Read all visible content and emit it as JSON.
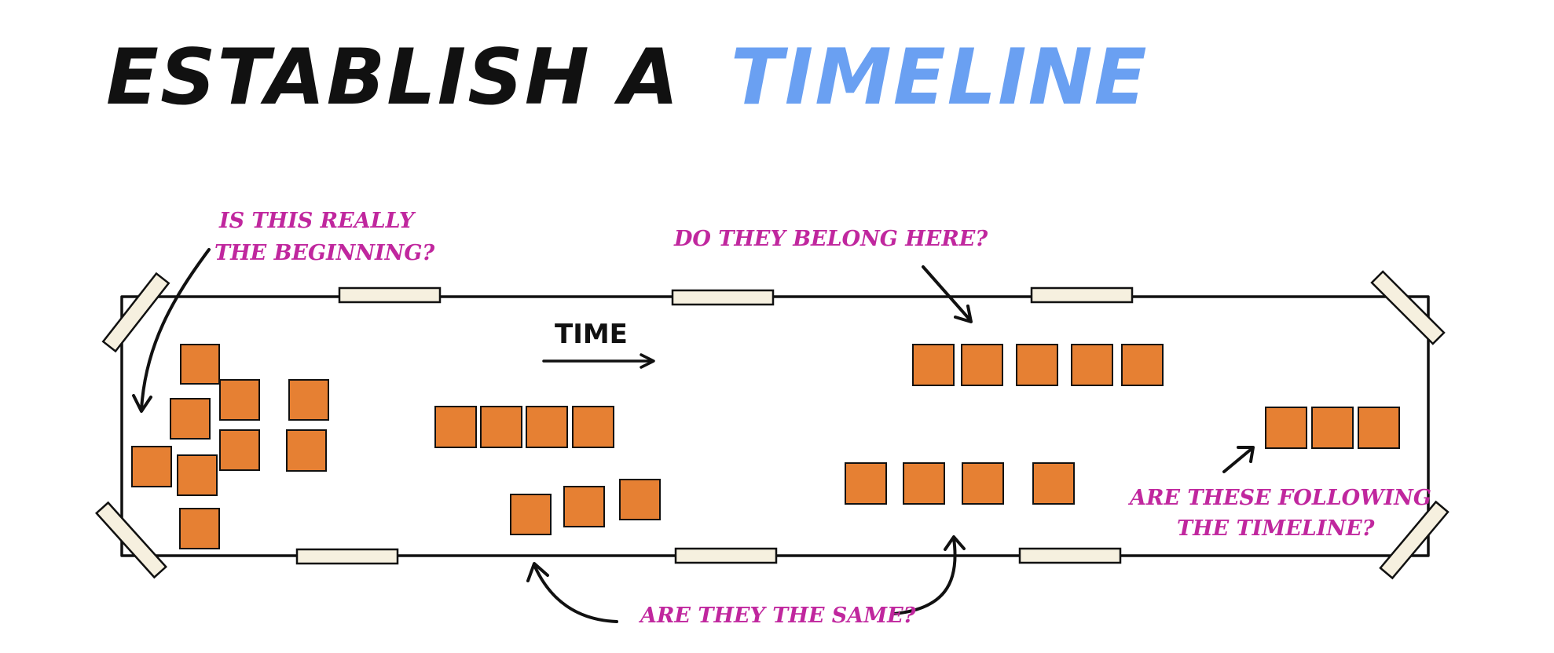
{
  "title": {
    "part1": "ESTABLISH A",
    "part2": "TIMELINE",
    "color_dark": "#111111",
    "color_accent": "#6aa0f2"
  },
  "time_label": "TIME",
  "annotations": {
    "beginning_line1": "IS THIS REALLY",
    "beginning_line2": "THE BEGINNING?",
    "belong": "DO THEY BELONG HERE?",
    "same": "ARE THEY THE SAME?",
    "following_line1": "ARE THESE FOLLOWING",
    "following_line2": "THE TIMELINE?"
  },
  "colors": {
    "sticky": "#e68033",
    "tape": "#f6f0df",
    "annotation": "#c0279e",
    "outline": "#111111"
  }
}
